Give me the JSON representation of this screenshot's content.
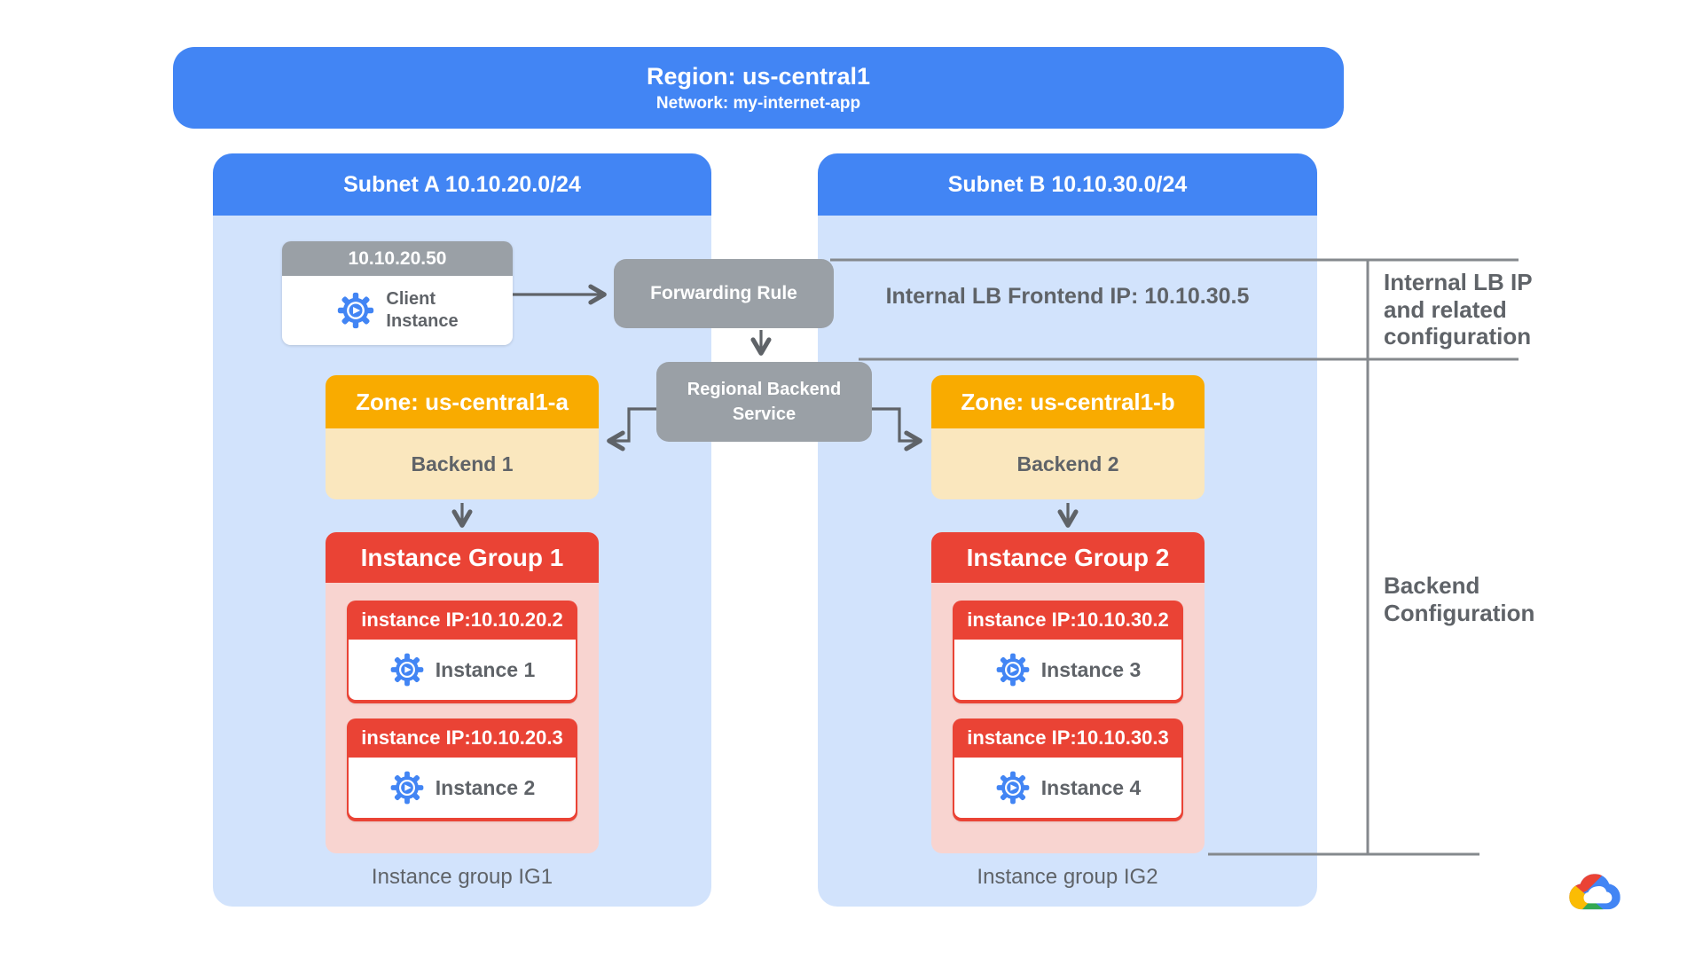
{
  "region_banner": {
    "title": "Region: us-central1",
    "subtitle": "Network: my-internet-app"
  },
  "subnet_a": {
    "title": "Subnet A 10.10.20.0/24",
    "client_instance": {
      "ip_label": "10.10.20.50",
      "name": "Client\nInstance"
    },
    "zone": {
      "title": "Zone: us-central1-a",
      "backend_label": "Backend 1"
    },
    "instance_group": {
      "title": "Instance Group 1",
      "instances": [
        {
          "ip_label": "instance IP:10.10.20.2",
          "name": "Instance 1"
        },
        {
          "ip_label": "instance IP:10.10.20.3",
          "name": "Instance 2"
        }
      ],
      "caption": "Instance group IG1"
    }
  },
  "subnet_b": {
    "title": "Subnet B 10.10.30.0/24",
    "frontend_ip_label": "Internal LB Frontend IP: 10.10.30.5",
    "zone": {
      "title": "Zone: us-central1-b",
      "backend_label": "Backend 2"
    },
    "instance_group": {
      "title": "Instance Group 2",
      "instances": [
        {
          "ip_label": "instance IP:10.10.30.2",
          "name": "Instance 3"
        },
        {
          "ip_label": "instance IP:10.10.30.3",
          "name": "Instance 4"
        }
      ],
      "caption": "Instance group IG2"
    }
  },
  "load_balancer": {
    "forwarding_rule_label": "Forwarding Rule",
    "backend_service_label": "Regional Backend\nService"
  },
  "annotations": {
    "internal_lb_note": "Internal LB IP\nand related\nconfiguration",
    "backend_config_note": "Backend\nConfiguration"
  },
  "icons": {
    "instance_icon": "gear-play-icon",
    "footer_logo": "google-cloud-logo"
  },
  "colors": {
    "primary_blue": "#4285F4",
    "subnet_fill": "#D2E3FC",
    "gray_box": "#9AA0A6",
    "zone_yellow": "#F9AB00",
    "zone_fill": "#FAE7BE",
    "group_red": "#EA4335",
    "group_fill": "#F8D4D0",
    "text_gray": "#5F6368",
    "line_gray": "#85898D"
  }
}
